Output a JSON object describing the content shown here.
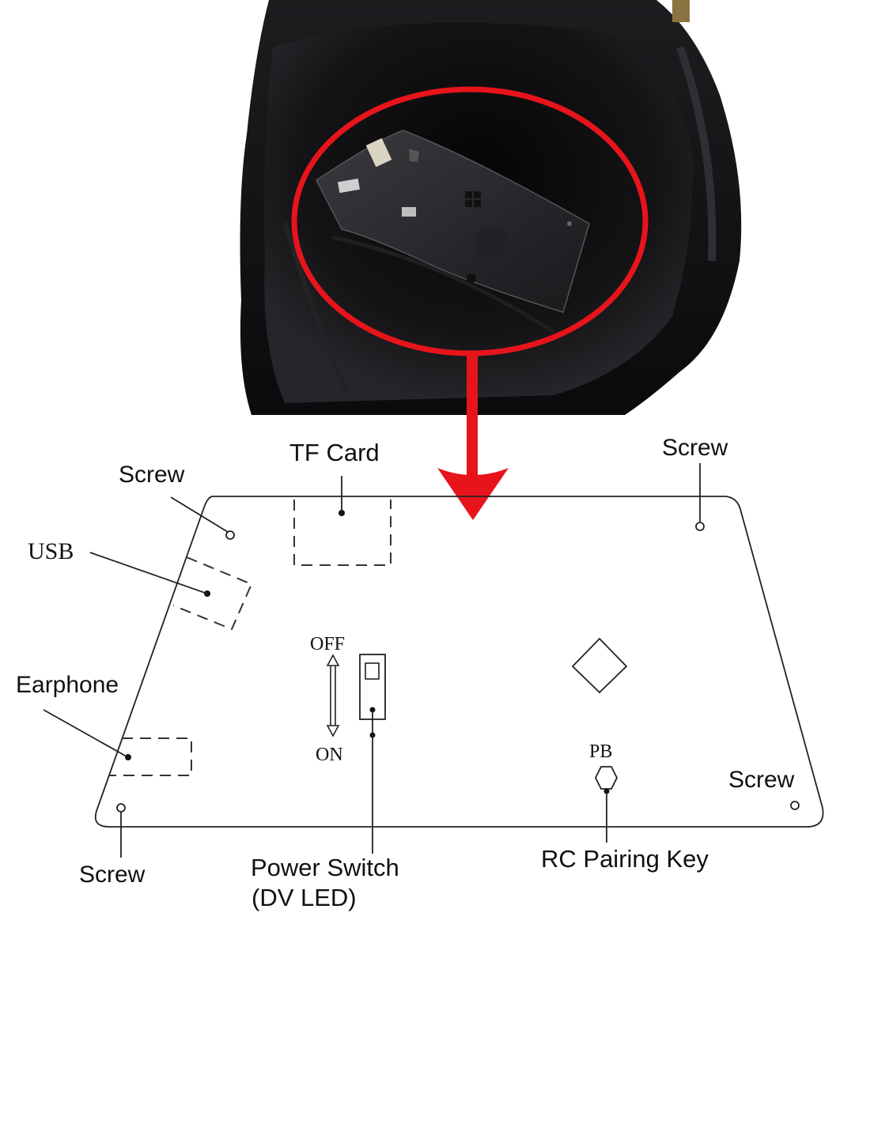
{
  "colors": {
    "highlight_red": "#e8141b",
    "hat_black": "#141416",
    "module_gray": "#2c2c30",
    "line": "#222222",
    "background": "#ffffff"
  },
  "labels": {
    "tf_card": "TF Card",
    "screw_top_left": "Screw",
    "screw_top_right": "Screw",
    "usb": "USB",
    "earphone": "Earphone",
    "off": "OFF",
    "on": "ON",
    "pb": "PB",
    "screw_bottom_right": "Screw",
    "screw_bottom_left": "Screw",
    "power_switch_line1": "Power Switch",
    "power_switch_line2": "(DV LED)",
    "rc_pairing_key": "RC Pairing Key"
  }
}
